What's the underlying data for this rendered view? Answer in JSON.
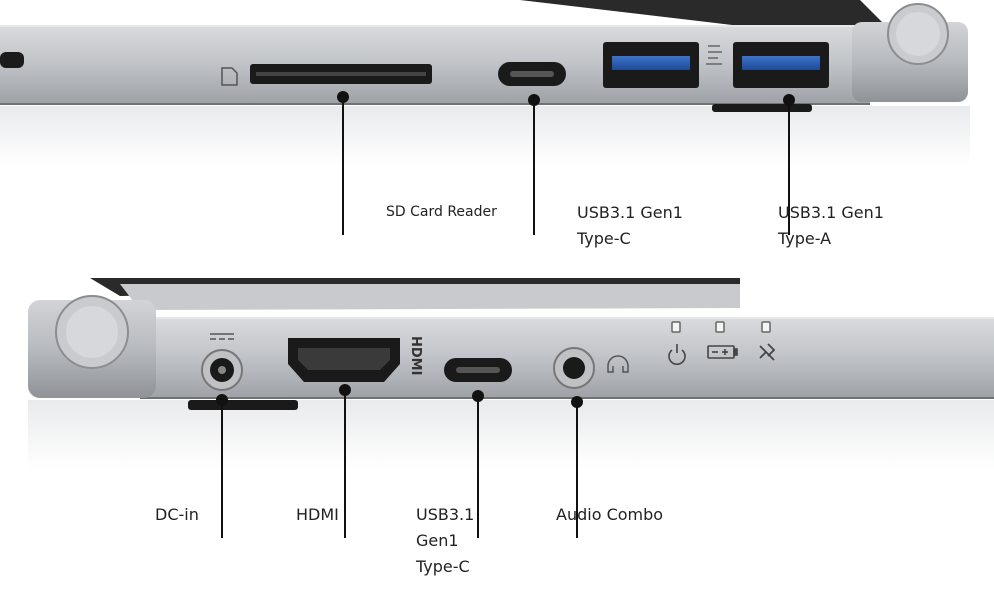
{
  "top_labels": {
    "sd_card": "SD Card Reader",
    "usb_c": [
      "USB3.1 Gen1",
      "Type-C"
    ],
    "usb_a": [
      "USB3.1 Gen1",
      "Type-A"
    ]
  },
  "bottom_labels": {
    "dc_in": "DC-in",
    "hdmi": "HDMI",
    "usb_c": [
      "USB3.1",
      "Gen1",
      "Type-C"
    ],
    "audio": "Audio Combo"
  },
  "port_marks": {
    "hdmi_vertical": "HDMI"
  },
  "colors": {
    "chassis": "#b9bcc0",
    "chassis_dark": "#7d8085",
    "port": "#1a1a1a",
    "usb_blue": "#2f5fb3",
    "line": "#111111"
  }
}
